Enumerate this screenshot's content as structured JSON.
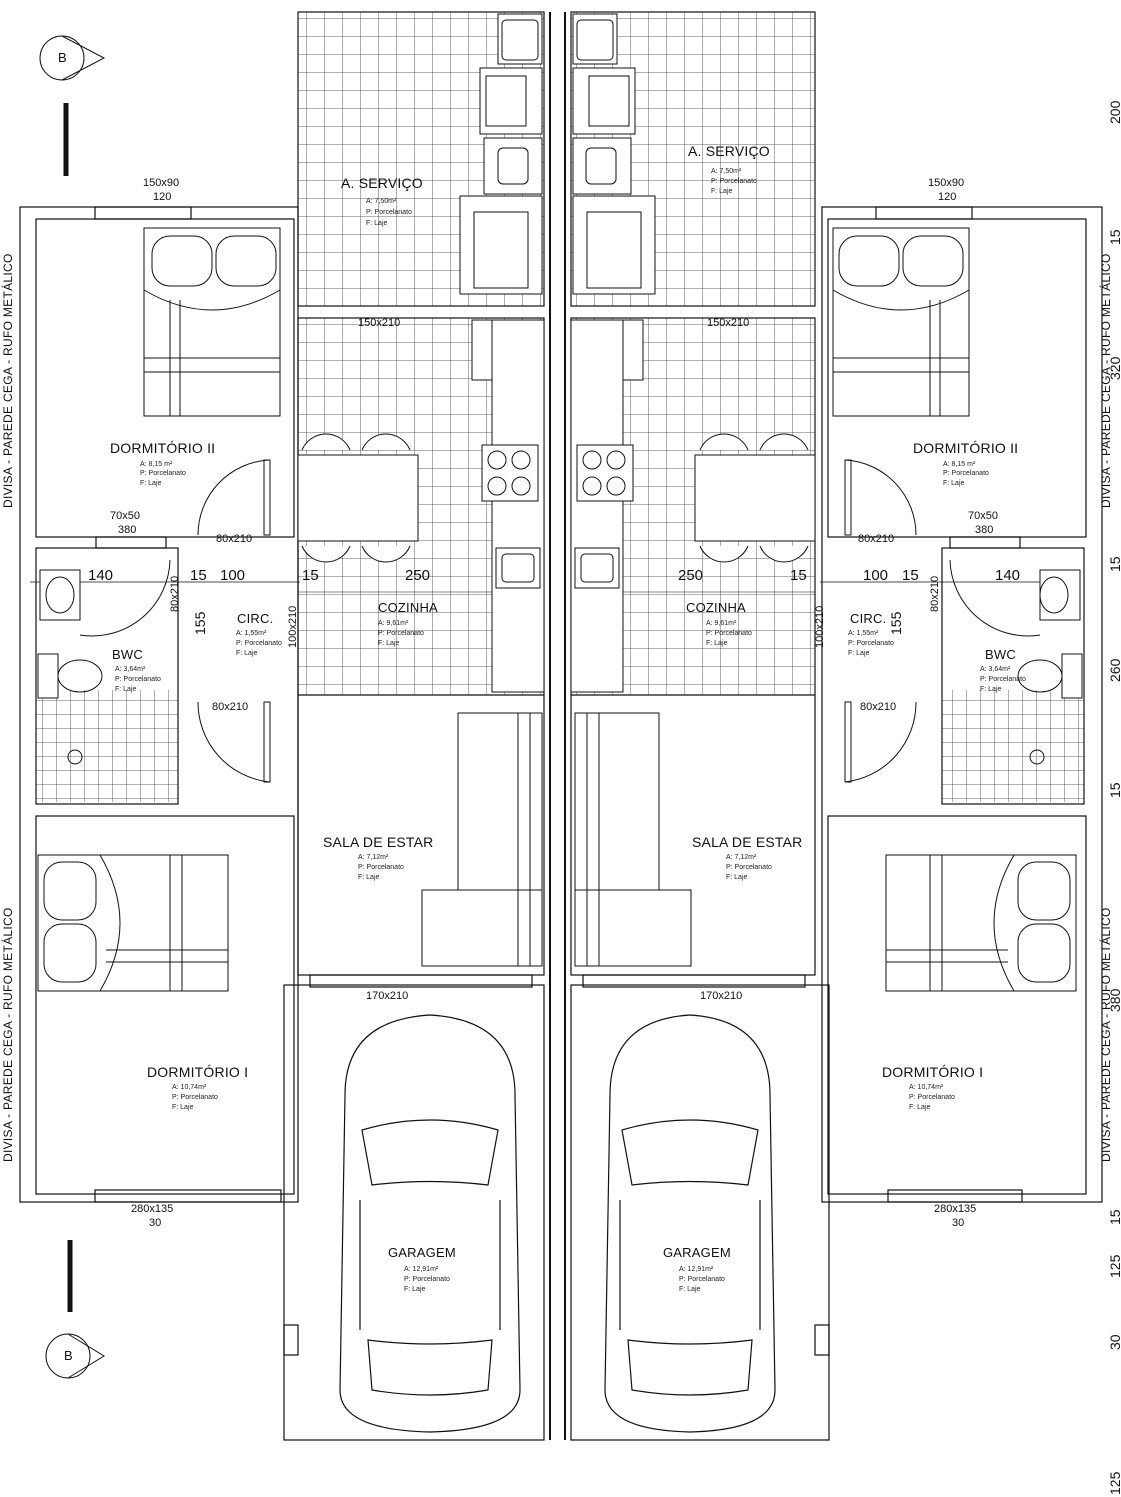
{
  "rooms": {
    "servico": {
      "name": "A. SERVIÇO",
      "area": "A: 7,50m²",
      "floor": "P: Porcelanato",
      "ceiling": "F: Laje"
    },
    "dorm2": {
      "name": "DORMITÓRIO II",
      "area": "A: 8,15 m²",
      "floor": "P: Porcelanato",
      "ceiling": "F: Laje"
    },
    "cozinha": {
      "name": "COZINHA",
      "area": "A: 9,61m²",
      "floor": "P: Porcelanato",
      "ceiling": "F: Laje"
    },
    "circ": {
      "name": "CIRC.",
      "area": "A: 1,55m²",
      "floor": "P: Porcelanato",
      "ceiling": "F: Laje"
    },
    "bwc": {
      "name": "BWC",
      "area": "A: 3,64m²",
      "floor": "P: Porcelanato",
      "ceiling": "F: Laje"
    },
    "sala": {
      "name": "SALA DE ESTAR",
      "area": "A: 7,12m²",
      "floor": "P: Porcelanato",
      "ceiling": "F: Laje"
    },
    "dorm1": {
      "name": "DORMITÓRIO I",
      "area": "A: 10,74m²",
      "floor": "P: Porcelanato",
      "ceiling": "F: Laje"
    },
    "garagem": {
      "name": "GARAGEM",
      "area": "A: 12,91m²",
      "floor": "P: Porcelanato",
      "ceiling": "F: Laje"
    }
  },
  "openings": {
    "win_dorm2": "150x90",
    "win_dorm2_sill": "120",
    "door_servico": "150x210",
    "win_bwc": "70x50",
    "win_bwc_sill": "380",
    "door_dorm2": "80x210",
    "door_bwc": "80x210",
    "door_dorm1": "80x210",
    "door_cozinha": "100x210",
    "door_sala": "170x210",
    "win_dorm1": "280x135",
    "win_dorm1_sill": "30"
  },
  "dims": {
    "d140": "140",
    "d15": "15",
    "d100": "100",
    "d250": "250",
    "d155": "155"
  },
  "side_labels": {
    "divisa": "DIVISA - PAREDE CEGA - RUFO METÁLICO"
  },
  "right_dims": [
    "200",
    "15",
    "320",
    "15",
    "260",
    "15",
    "380",
    "15",
    "125",
    "30",
    "125"
  ],
  "section_marker": {
    "label": "B"
  },
  "colors": {
    "line": "#111111",
    "tile": "#333333",
    "background": "#ffffff"
  }
}
